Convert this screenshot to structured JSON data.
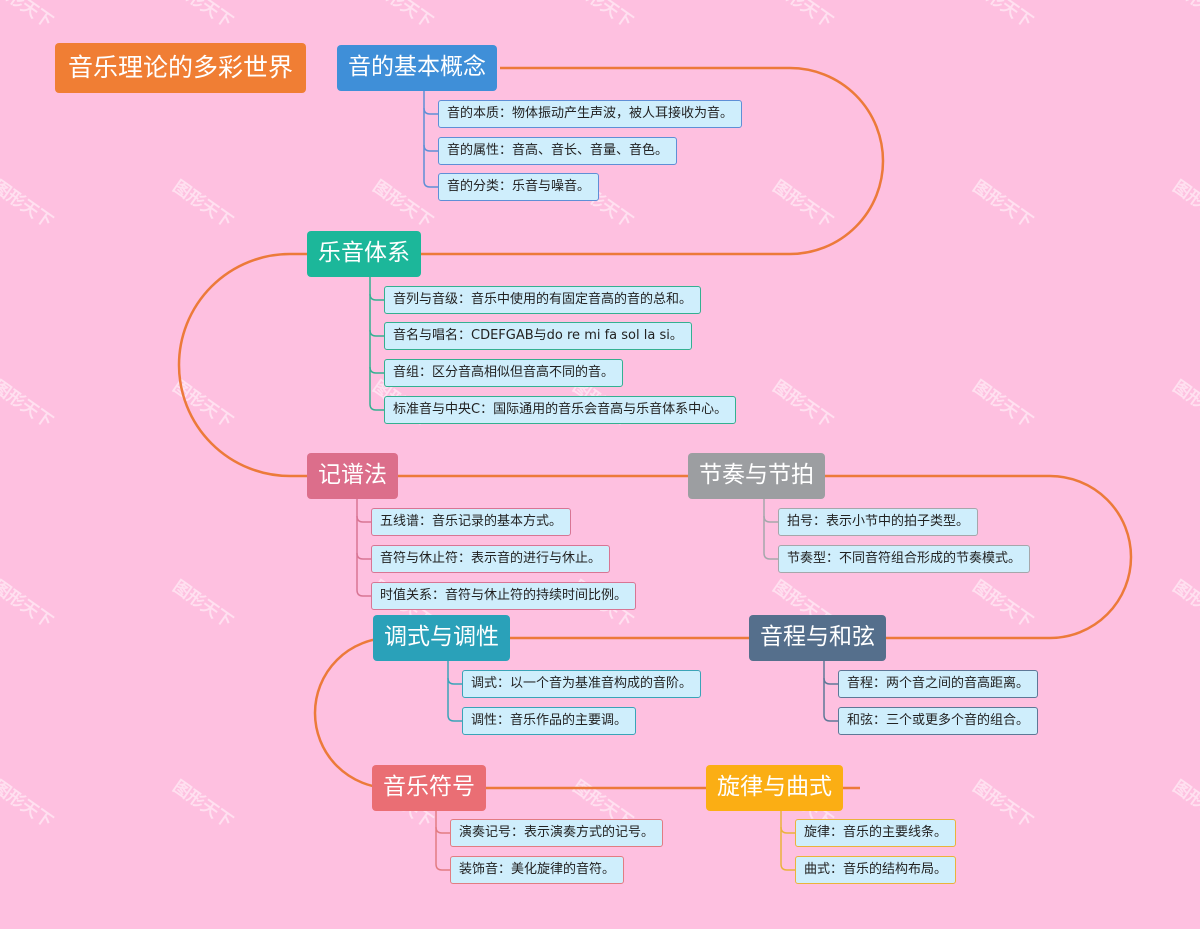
{
  "watermark": "图形天下",
  "colors": {
    "background": "#fec0e0",
    "curve": "#ec7a3a"
  },
  "root": {
    "label": "音乐理论的多彩世界",
    "color": "#f07e34"
  },
  "topics": [
    {
      "id": "t1",
      "label": "音的基本概念",
      "color": "#3f8fd8",
      "leaf_border": "#5f8fd6",
      "items": [
        "音的本质：物体振动产生声波，被人耳接收为音。",
        "音的属性：音高、音长、音量、音色。",
        "音的分类：乐音与噪音。"
      ]
    },
    {
      "id": "t2",
      "label": "乐音体系",
      "color": "#1cb79a",
      "leaf_border": "#34b091",
      "items": [
        "音列与音级：音乐中使用的有固定音高的音的总和。",
        "音名与唱名：CDEFGAB与do re mi fa sol la si。",
        "音组：区分音高相似但音高不同的音。",
        "标准音与中央C：国际通用的音乐会音高与乐音体系中心。"
      ]
    },
    {
      "id": "t3",
      "label": "记谱法",
      "color": "#dc6e8b",
      "leaf_border": "#d87594",
      "items": [
        "五线谱：音乐记录的基本方式。",
        "音符与休止符：表示音的进行与休止。",
        "时值关系：音符与休止符的持续时间比例。"
      ]
    },
    {
      "id": "t4",
      "label": "节奏与节拍",
      "color": "#9c9ea1",
      "leaf_border": "#a5a7ab",
      "items": [
        "拍号：表示小节中的拍子类型。",
        "节奏型：不同音符组合形成的节奏模式。"
      ]
    },
    {
      "id": "t5",
      "label": "调式与调性",
      "color": "#2aa1b9",
      "leaf_border": "#3aa4b8",
      "items": [
        "调式：以一个音为基准音构成的音阶。",
        "调性：音乐作品的主要调。"
      ]
    },
    {
      "id": "t6",
      "label": "音程与和弦",
      "color": "#556f8c",
      "leaf_border": "#5e7897",
      "items": [
        "音程：两个音之间的音高距离。",
        "和弦：三个或更多个音的组合。"
      ]
    },
    {
      "id": "t7",
      "label": "音乐符号",
      "color": "#ea6e74",
      "leaf_border": "#e27c82",
      "items": [
        "演奏记号：表示演奏方式的记号。",
        "装饰音：美化旋律的音符。"
      ]
    },
    {
      "id": "t8",
      "label": "旋律与曲式",
      "color": "#fbae14",
      "leaf_border": "#eab33a",
      "items": [
        "旋律：音乐的主要线条。",
        "曲式：音乐的结构布局。"
      ]
    }
  ]
}
